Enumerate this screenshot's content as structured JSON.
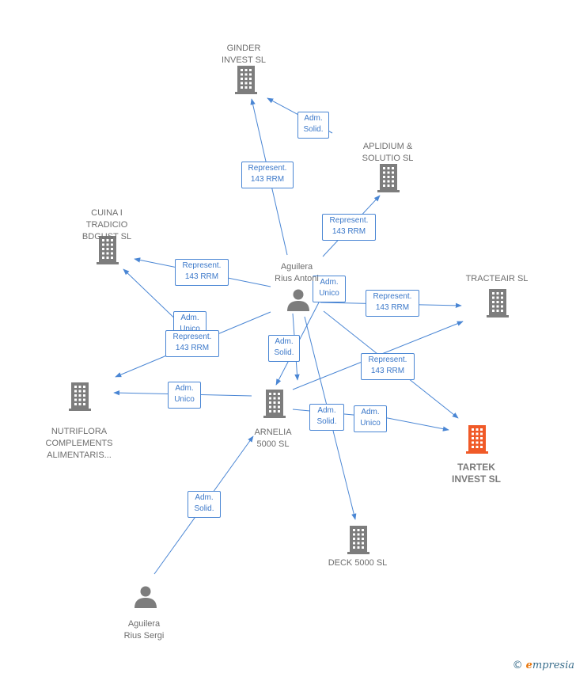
{
  "colors": {
    "edge": "#4a86d4",
    "building": "#7d7d7d",
    "building_highlight": "#f05a28",
    "person": "#7d7d7d"
  },
  "nodes": [
    {
      "id": "ginder",
      "type": "company",
      "label": "GINDER\nINVEST  SL"
    },
    {
      "id": "aplidium",
      "type": "company",
      "label": "APLIDIUM &\nSOLUTIO  SL"
    },
    {
      "id": "cuina",
      "type": "company",
      "label": "CUINA I\nTRADICIO\nBDGUST  SL"
    },
    {
      "id": "tracteair",
      "type": "company",
      "label": "TRACTEAIR  SL"
    },
    {
      "id": "nutriflora",
      "type": "company",
      "label": "NUTRIFLORA\nCOMPLEMENTS\nALIMENTARIS..."
    },
    {
      "id": "arnelia",
      "type": "company",
      "label": "ARNELIA\n5000  SL"
    },
    {
      "id": "tartek",
      "type": "company",
      "label": "TARTEK\nINVEST  SL",
      "highlight": true
    },
    {
      "id": "deck",
      "type": "company",
      "label": "DECK 5000  SL"
    },
    {
      "id": "antoni",
      "type": "person",
      "label": "Aguilera\nRius Antoni"
    },
    {
      "id": "sergi",
      "type": "person",
      "label": "Aguilera\nRius Sergi"
    }
  ],
  "edges": [
    {
      "label": "Adm.\nSolid."
    },
    {
      "label": "Represent.\n143 RRM"
    },
    {
      "label": "Represent.\n143 RRM"
    },
    {
      "label": "Represent.\n143 RRM"
    },
    {
      "label": "Adm.\nUnico"
    },
    {
      "label": "Represent.\n143 RRM"
    },
    {
      "label": "Represent.\n143 RRM"
    },
    {
      "label": "Adm.\nUnico"
    },
    {
      "label": "Adm.\nSolid."
    },
    {
      "label": "Adm.\nUnico"
    },
    {
      "label": "Adm.\nUnico"
    },
    {
      "label": "Represent.\n143 RRM"
    },
    {
      "label": "Adm.\nSolid."
    },
    {
      "label": "Adm.\nUnico"
    },
    {
      "label": "Adm.\nSolid."
    }
  ],
  "brand": {
    "copyright": "©",
    "initial": "e",
    "name": "mpresia"
  }
}
